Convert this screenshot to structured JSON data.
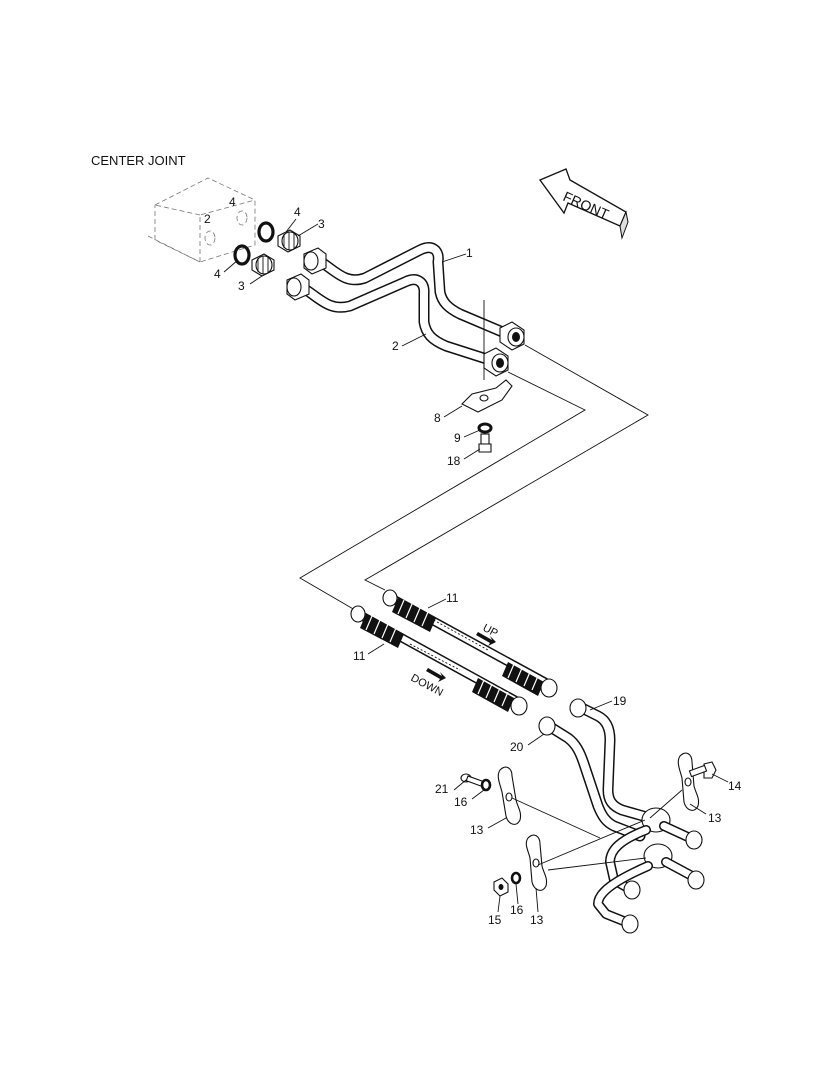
{
  "diagram": {
    "title": "CENTER JOINT",
    "direction_label": "FRONT",
    "flow_up_label": "UP",
    "flow_down_label": "DOWN",
    "callouts": {
      "c1": "1",
      "c2a": "2",
      "c2b": "2",
      "c3a": "3",
      "c3b": "3",
      "c4a": "4",
      "c4b": "4",
      "c4c": "4",
      "c8": "8",
      "c9": "9",
      "c18": "18",
      "c11a": "11",
      "c11b": "11",
      "c19": "19",
      "c20": "20",
      "c14": "14",
      "c13a": "13",
      "c13b": "13",
      "c13c": "13",
      "c21": "21",
      "c16a": "16",
      "c16b": "16",
      "c15": "15"
    }
  }
}
